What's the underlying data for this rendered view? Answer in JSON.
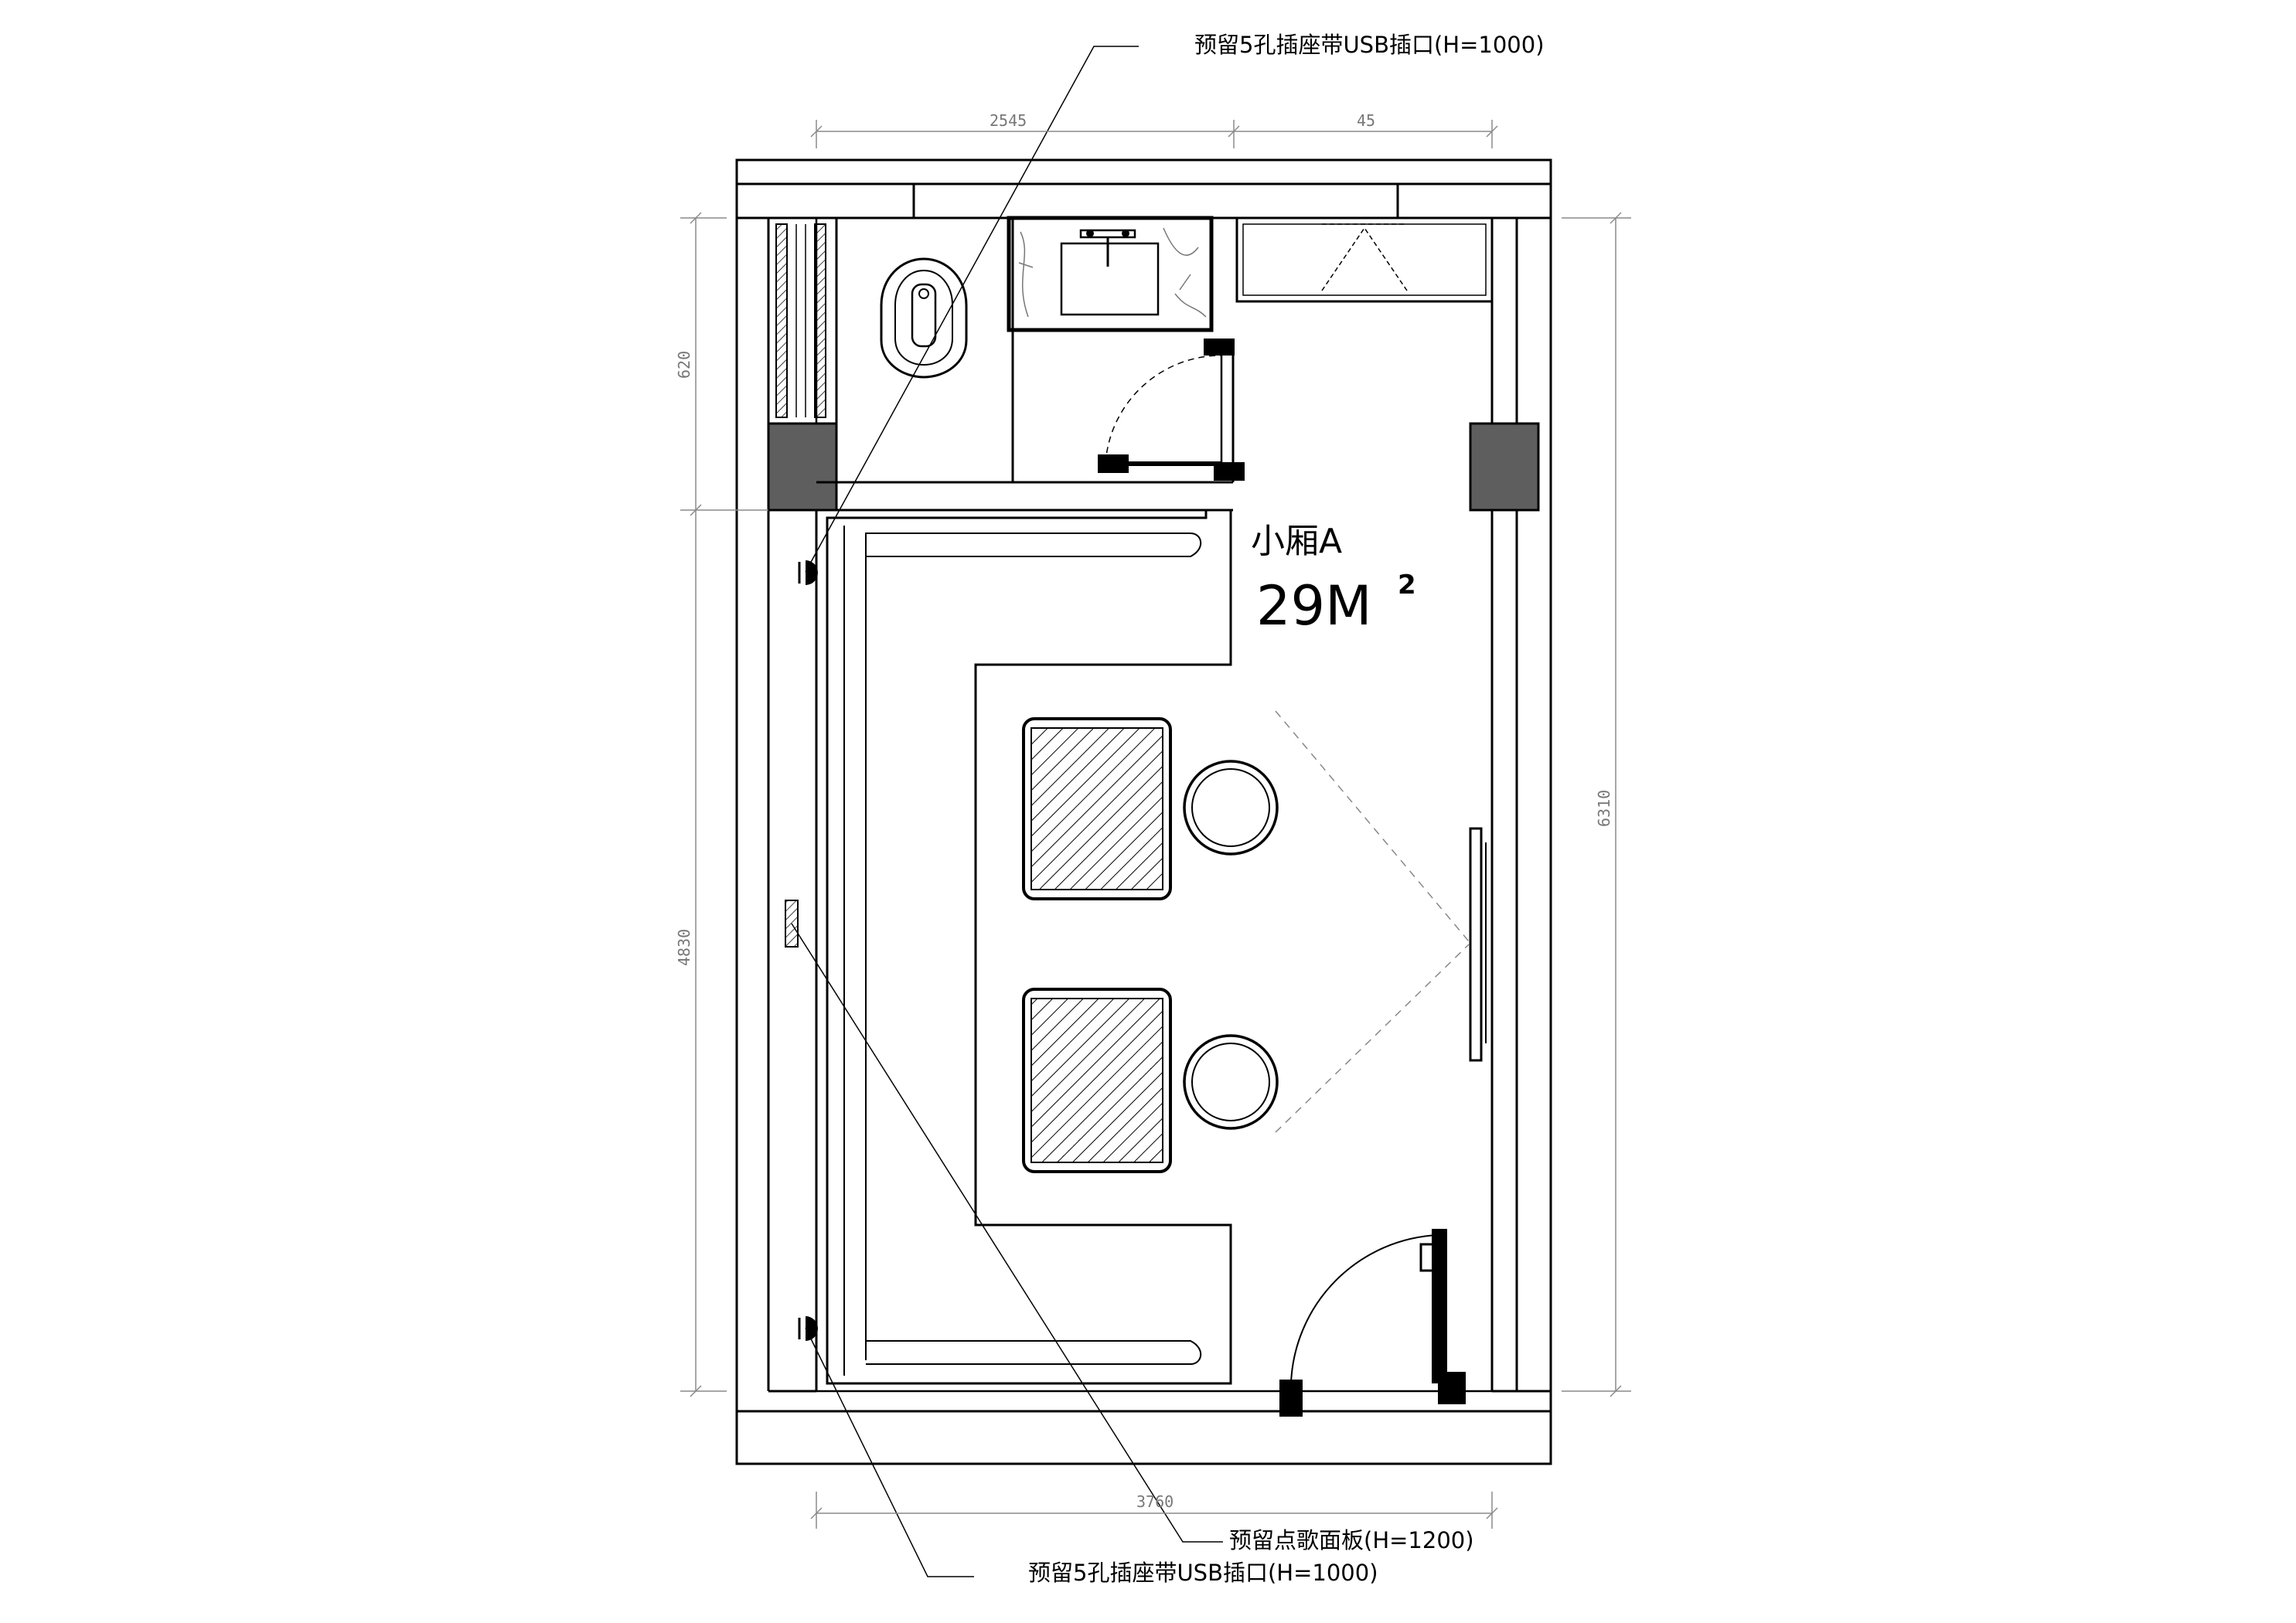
{
  "room": {
    "name": "小厢A",
    "area_value": "29M",
    "area_exponent": "2"
  },
  "annotations": {
    "socket_top": "预留5孔插座带USB插口(H=1000)",
    "karaoke_panel": "预留点歌面板(H=1200)",
    "socket_bottom": "预留5孔插座带USB插口(H=1000)"
  },
  "dimensions": {
    "top_left": "2545",
    "top_right": "45",
    "bottom": "3760",
    "left_upper": "620",
    "left_lower": "4830",
    "right": "6310"
  },
  "colors": {
    "line": "#000000",
    "column_fill": "#5e5e5e",
    "dimension": "#8a8a8a",
    "dashed": "#888888"
  }
}
